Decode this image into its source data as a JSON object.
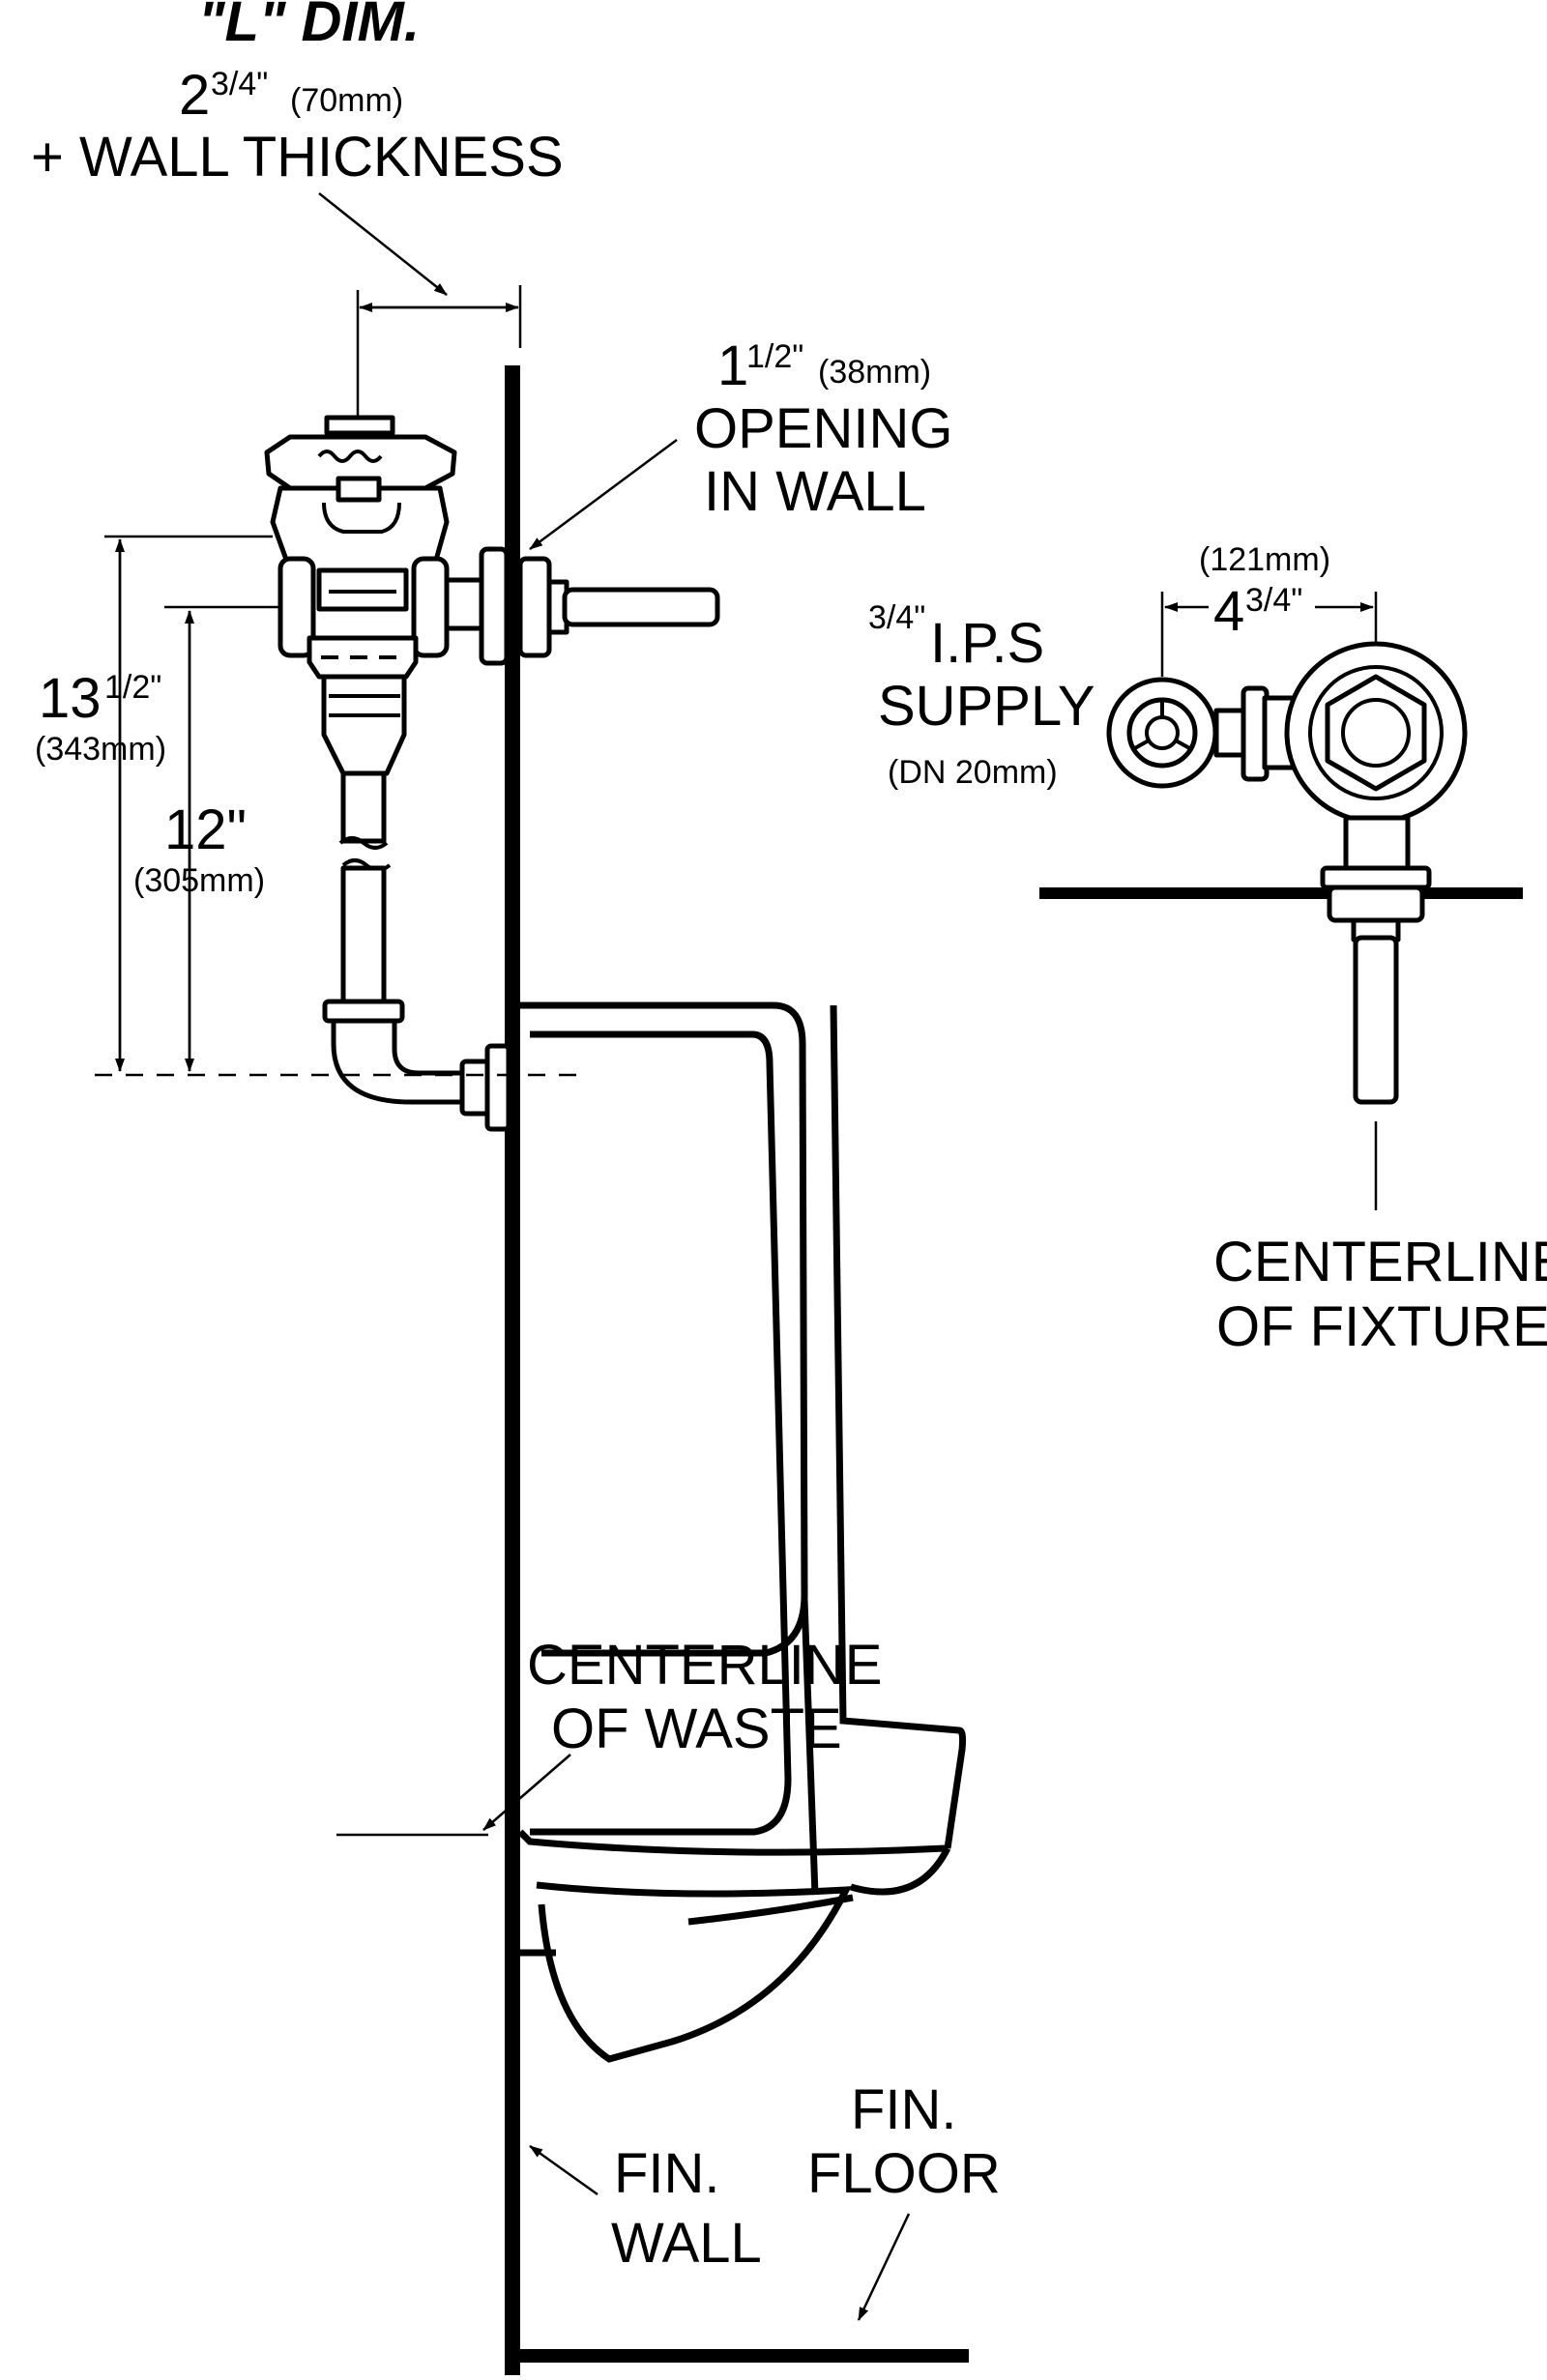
{
  "labels": {
    "l_dim_title": "\"L\" DIM.",
    "l_dim_value": "2",
    "l_dim_fraction": "3/4\"",
    "l_dim_mm": "(70mm)",
    "l_dim_note": "+ WALL THICKNESS",
    "opening_value": "1",
    "opening_fraction": "1/2\"",
    "opening_mm": "(38mm)",
    "opening_line1": "OPENING",
    "opening_line2": "IN WALL",
    "height_a_value": "13",
    "height_a_fraction": "1/2\"",
    "height_a_mm": "(343mm)",
    "height_b_value": "12\"",
    "height_b_mm": "(305mm)",
    "supply_fraction": "3/4\"",
    "supply_line1": "I.P.S",
    "supply_line2": "SUPPLY",
    "supply_mm": "(DN 20mm)",
    "offset_mm": "(121mm)",
    "offset_value": "4",
    "offset_fraction": "3/4\"",
    "fixture_line1": "CENTERLINE",
    "fixture_line2": "OF FIXTURE",
    "waste_line1": "CENTERLINE",
    "waste_line2": "OF WASTE",
    "wall_line1": "FIN.",
    "wall_line2": "WALL",
    "floor_line1": "FIN.",
    "floor_line2": "FLOOR"
  },
  "colors": {
    "ink": "#000000",
    "paper": "#ffffff"
  }
}
